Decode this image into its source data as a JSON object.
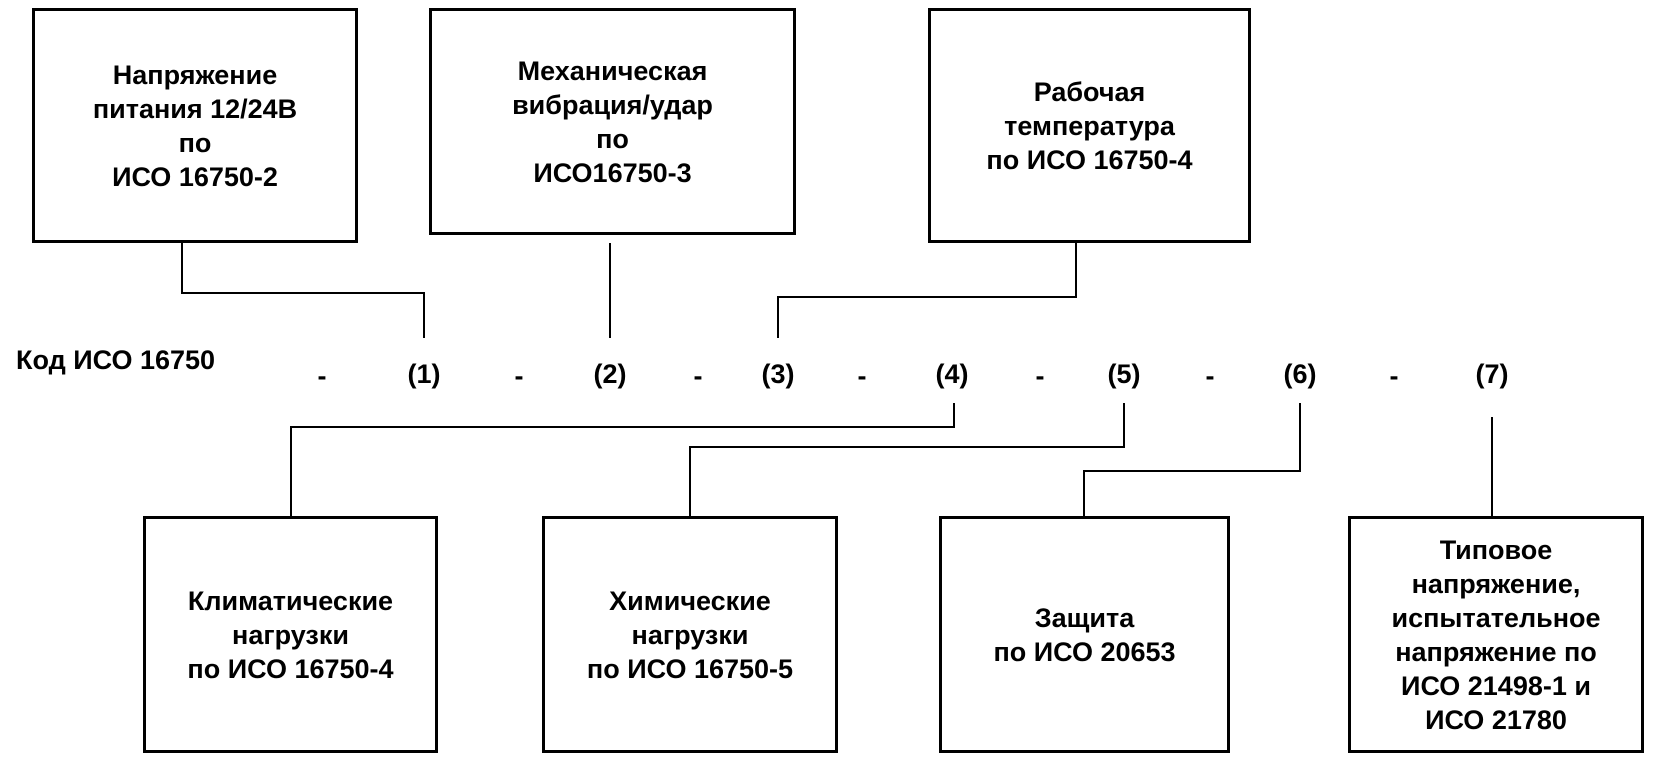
{
  "code_row": {
    "prefix": "Код ИСО 16750",
    "separator": "-",
    "positions": [
      "(1)",
      "(2)",
      "(3)",
      "(4)",
      "(5)",
      "(6)",
      "(7)"
    ]
  },
  "top_boxes": [
    {
      "lines": [
        "Напряжение",
        "питания 12/24В",
        "по",
        "ИСО 16750-2"
      ]
    },
    {
      "lines": [
        "Механическая",
        "вибрация/удар",
        "по",
        "ИСО16750-3"
      ]
    },
    {
      "lines": [
        "Рабочая",
        "температура",
        "по ИСО 16750-4"
      ]
    }
  ],
  "bottom_boxes": [
    {
      "lines": [
        "Климатические",
        "нагрузки",
        "по ИСО 16750-4"
      ]
    },
    {
      "lines": [
        "Химические",
        "нагрузки",
        "по ИСО 16750-5"
      ]
    },
    {
      "lines": [
        "Защита",
        "по ИСО 20653"
      ]
    },
    {
      "lines": [
        "Типовое",
        "напряжение,",
        "испытательное",
        "напряжение по",
        "ИСО 21498-1 и",
        "ИСО 21780"
      ]
    }
  ]
}
